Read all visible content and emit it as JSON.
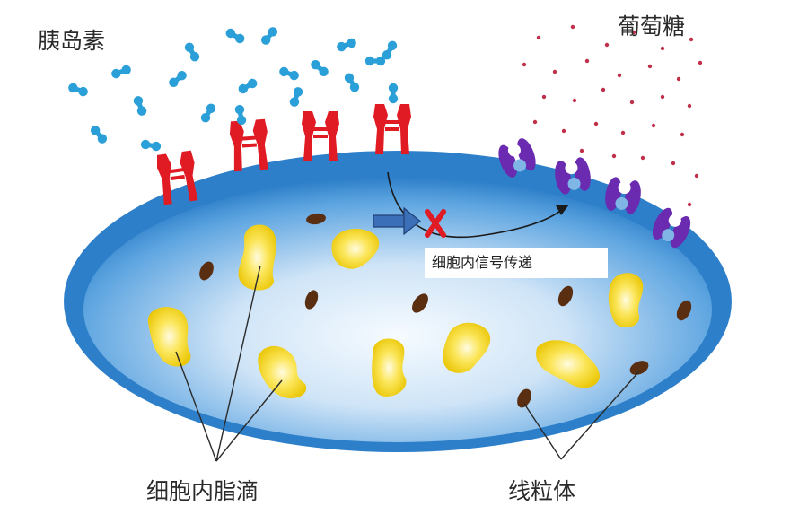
{
  "labels": {
    "insulin": "胰岛素",
    "glucose": "葡萄糖",
    "signal": "细胞内信号传递",
    "lipid_droplets": "细胞内脂滴",
    "mitochondria": "线粒体"
  },
  "colors": {
    "cell_outer": "#2a7cc4",
    "cell_inner": "#f4f9ff",
    "insulin": "#2a9fd8",
    "insulin_receptor": "#e01b24",
    "glucose": "#c0304a",
    "glucose_transporter": "#6a2bb0",
    "lipid_droplet": "#f5d21a",
    "mitochondrion": "#5a2e10",
    "blocked_marker": "#e01b24",
    "signal_arrow": "#3b6fb8"
  },
  "icons": {
    "insulin": "insulin-molecule-icon",
    "receptor": "insulin-receptor-icon",
    "transporter": "glucose-transporter-icon",
    "blocked": "blocked-x-icon",
    "arrow": "signal-arrow-icon"
  }
}
